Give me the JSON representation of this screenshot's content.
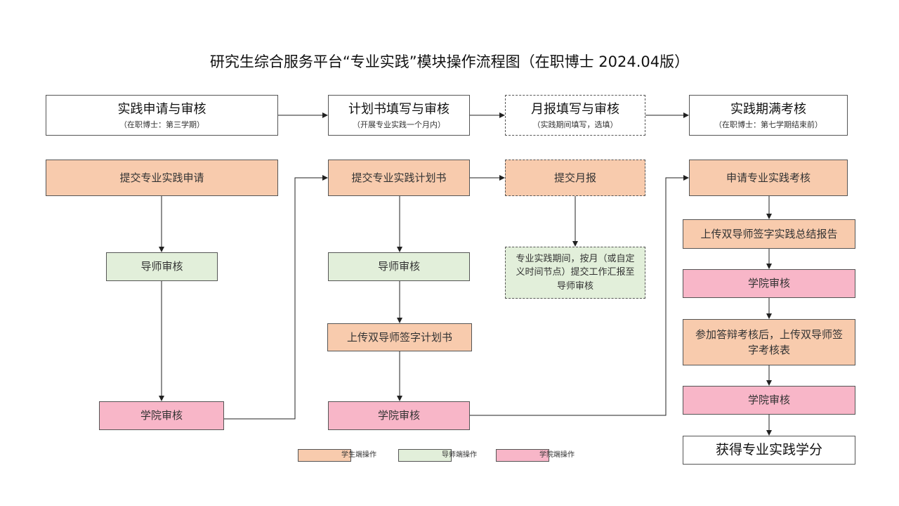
{
  "title": "研究生综合服务平台“专业实践”模块操作流程图（在职博士 2024.04版）",
  "phases": [
    {
      "title": "实践申请与审核",
      "subtitle": "（在职博士：第三学期）"
    },
    {
      "title": "计划书填写与审核",
      "subtitle": "（开展专业实践一个月内）"
    },
    {
      "title": "月报填写与审核",
      "subtitle": "（实践期间填写，选填）"
    },
    {
      "title": "实践期满考核",
      "subtitle": "（在职博士：第七学期结束前）"
    }
  ],
  "col1": {
    "submit_application": "提交专业实践申请",
    "advisor_review": "导师审核",
    "college_review": "学院审核"
  },
  "col2": {
    "submit_plan": "提交专业实践计划书",
    "advisor_review": "导师审核",
    "upload_signed_plan": "上传双导师签字计划书",
    "college_review": "学院审核"
  },
  "col3": {
    "submit_monthly": "提交月报",
    "monthly_note": "专业实践期间，按月（或自定义时间节点）提交工作汇报至导师审核"
  },
  "col4": {
    "apply_assessment": "申请专业实践考核",
    "upload_summary": "上传双导师签字实践总结报告",
    "college_review_1": "学院审核",
    "upload_assessment_form": "参加答辩考核后，上传双导师签字考核表",
    "college_review_2": "学院审核",
    "earn_credits": "获得专业实践学分"
  },
  "legend": [
    {
      "label": "学生端操作",
      "color": "#f8cbad"
    },
    {
      "label": "导师端操作",
      "color": "#e2efda"
    },
    {
      "label": "学院端操作",
      "color": "#f8b6c8"
    }
  ]
}
